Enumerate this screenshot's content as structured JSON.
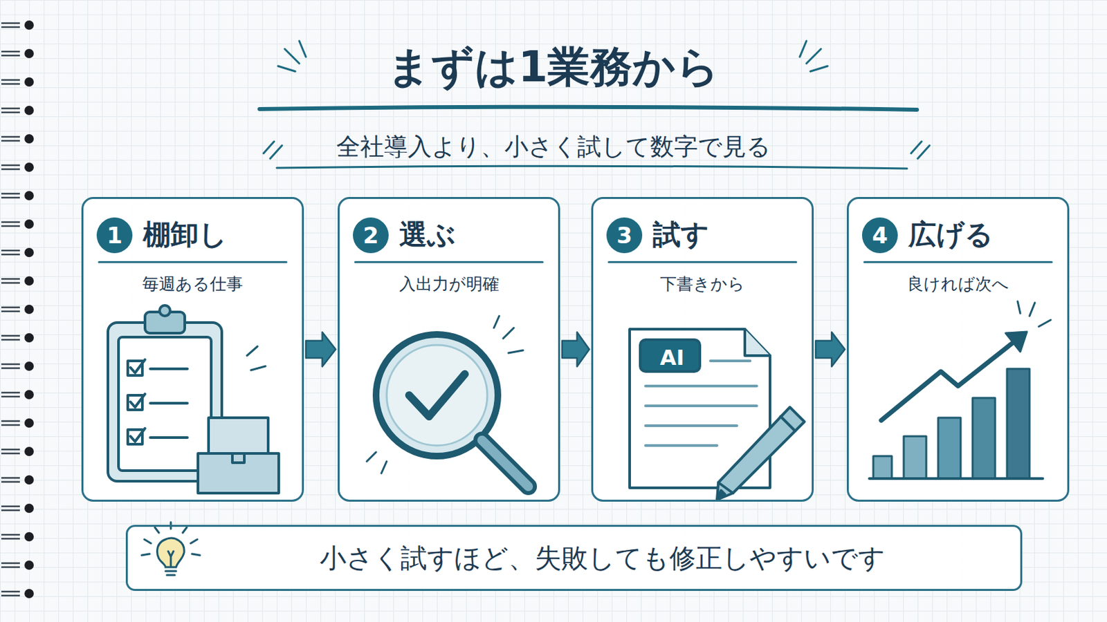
{
  "diagram": {
    "title": "まずは1業務から",
    "nodes": [
      {
        "text": [
          "棚卸し",
          "毎週ある仕事"
        ]
      },
      {
        "text": [
          "1"
        ],
        "in": 0
      },
      {
        "text": [
          "選ぶ",
          "入出力が明確"
        ]
      },
      {
        "text": [
          "2"
        ],
        "in": 2
      },
      {
        "text": [
          "試す",
          "下書きから"
        ]
      },
      {
        "text": [
          "3"
        ],
        "in": 4
      },
      {
        "text": [
          "広げる",
          "良ければ次へ"
        ]
      },
      {
        "text": [
          "4"
        ],
        "in": 6
      },
      {
        "text": [
          "小さく試すほど、失敗しても修正しやすいです"
        ]
      }
    ],
    "edges": [
      {
        "from": 0,
        "to": 2,
        "arrow": "to"
      },
      {
        "from": 2,
        "to": 4,
        "arrow": "to"
      },
      {
        "from": 4,
        "to": 6,
        "arrow": "to"
      }
    ],
    "labels": [
      "全社導入より、小さく試して数字で見る",
      "AI"
    ]
  }
}
